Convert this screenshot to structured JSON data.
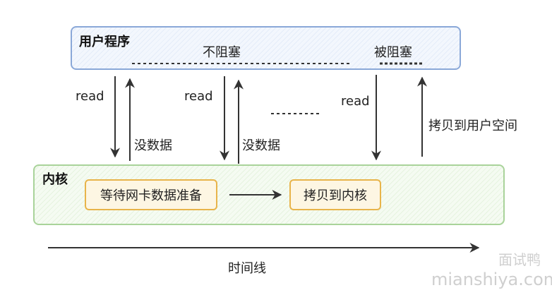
{
  "user_space": {
    "title": "用户程序",
    "non_blocking_label": "不阻塞",
    "blocked_label": "被阻塞"
  },
  "kernel": {
    "title": "内核",
    "step_prepare": "等待网卡数据准备",
    "step_copy": "拷贝到内核"
  },
  "calls": {
    "read_1": "read",
    "read_2": "read",
    "read_3": "read",
    "no_data_1": "没数据",
    "no_data_2": "没数据",
    "copy_to_user": "拷贝到用户空间"
  },
  "timeline": {
    "label": "时间线"
  },
  "watermark": {
    "name": "面试鸭",
    "site": "mianshiya.com"
  },
  "colors": {
    "user_border": "#8aa8d8",
    "kernel_border": "#a9d39a",
    "step_border": "#e8b44a",
    "line": "#333333"
  }
}
